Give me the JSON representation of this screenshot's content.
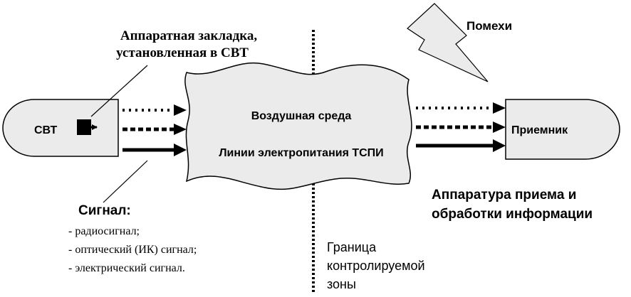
{
  "labels": {
    "svt": "СВТ",
    "bug_line1": "Аппаратная закладка,",
    "bug_line2": "установленная в СВТ",
    "interference": "Помехи",
    "medium_line1": "Воздушная среда",
    "medium_line2": "Линии электропитания ТСПИ",
    "receiver": "Приемник",
    "equipment_line1": "Аппаратура приема и",
    "equipment_line2": "обработки информации",
    "signal_title": "Сигнал:",
    "boundary_line1": "Граница",
    "boundary_line2": "контролируемой",
    "boundary_line3": "зоны"
  },
  "signal_types": [
    "- радиосигнал;",
    "- оптический (ИК) сигнал;",
    "- электрический сигнал."
  ],
  "colors": {
    "shape_fill": "#ebebeb",
    "stroke": "#000000"
  }
}
